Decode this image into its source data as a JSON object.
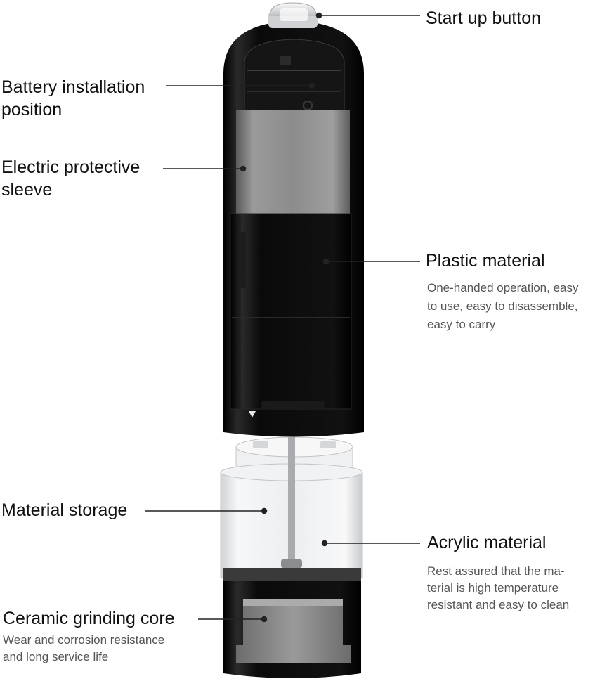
{
  "callouts": {
    "start_button": {
      "title": "Start up button"
    },
    "battery": {
      "line1": "Battery installation",
      "line2": "position"
    },
    "sleeve": {
      "line1": "Electric protective",
      "line2": "sleeve"
    },
    "plastic": {
      "title": "Plastic material",
      "desc": [
        "One-handed operation, easy",
        "to use, easy to disassemble,",
        "easy to carry"
      ]
    },
    "storage": {
      "title": "Material storage"
    },
    "acrylic": {
      "title": "Acrylic material",
      "desc": [
        "Rest assured that the ma-",
        "terial is high temperature",
        "resistant and easy to clean"
      ]
    },
    "ceramic": {
      "title": "Ceramic grinding core",
      "desc": [
        "Wear and corrosion resistance",
        "and long service life"
      ]
    }
  },
  "colors": {
    "body": "#0d0d0d",
    "sleeve": "#8f8f8f",
    "acrylic": "#e9eaec",
    "leader": "#222222",
    "text": "#111111",
    "desc": "#555555"
  }
}
